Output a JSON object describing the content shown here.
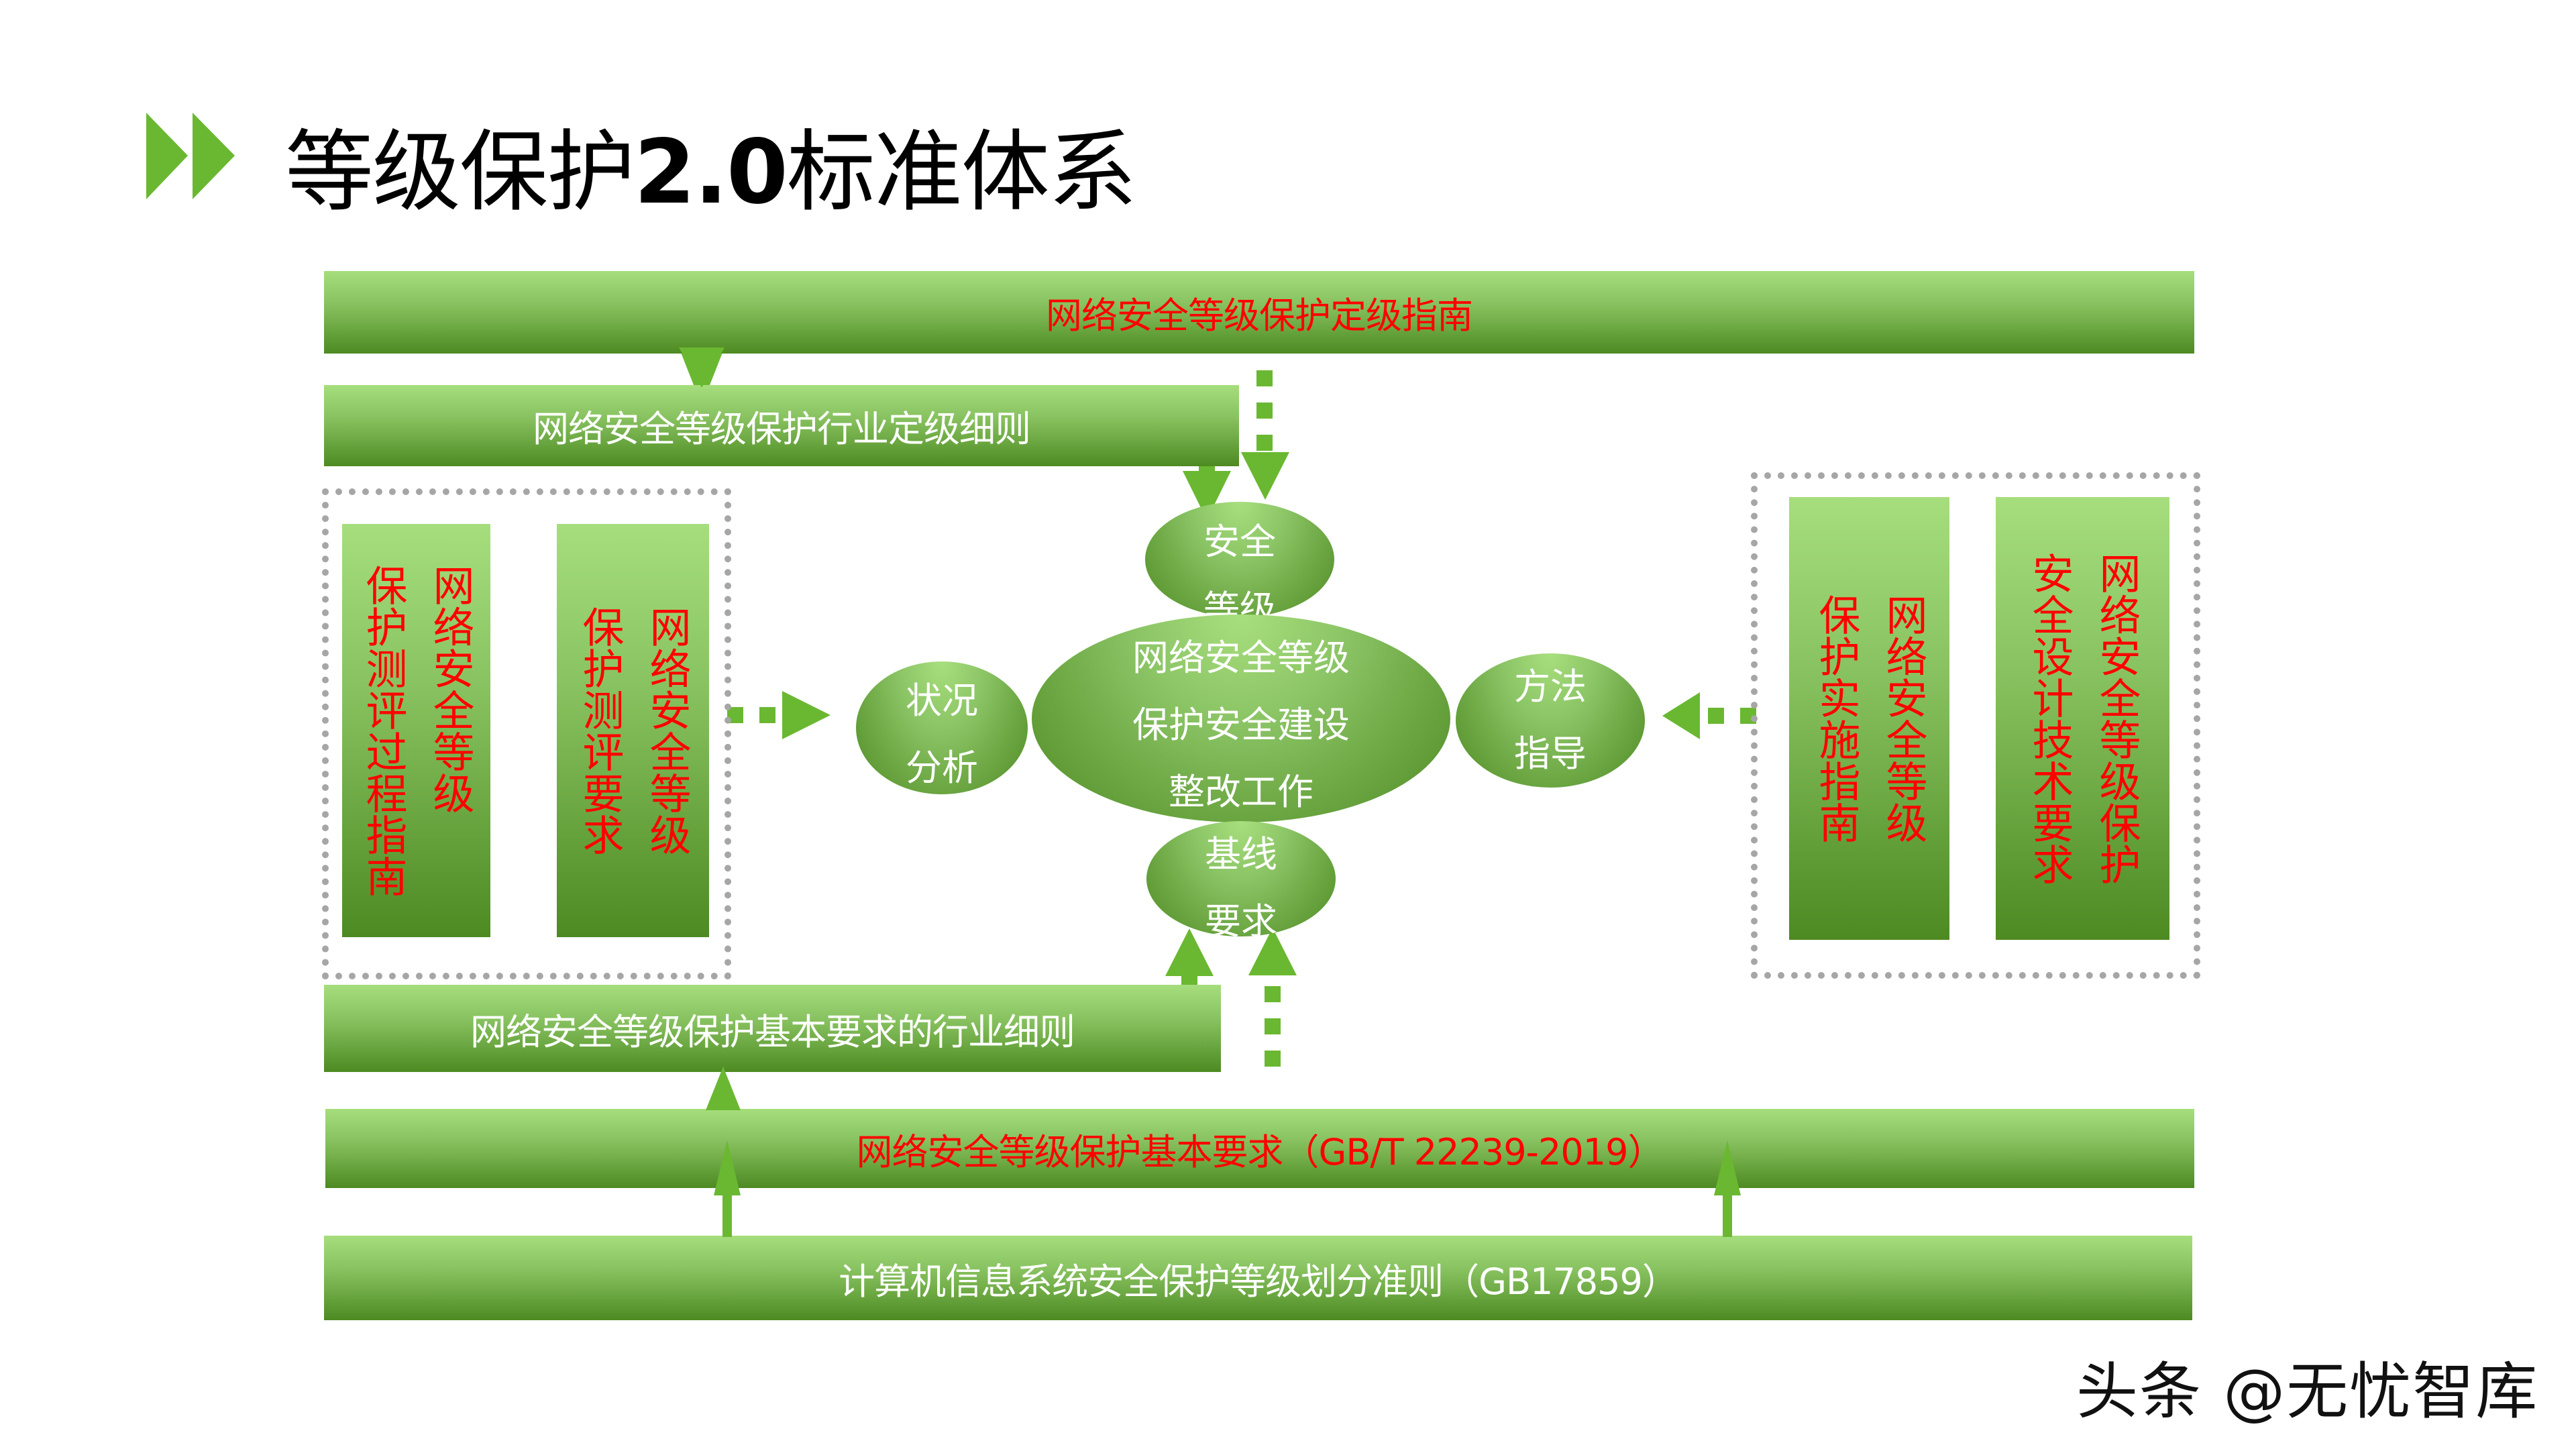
{
  "title": {
    "prefix": "等级保护",
    "version": "2.0",
    "suffix": "标准体系",
    "icon": "double-chevron-right-icon",
    "accent_color": "#6ab831"
  },
  "bars": {
    "grading_guide": "网络安全等级保护定级指南",
    "industry_grading_rules": "网络安全等级保护行业定级细则",
    "baseline_industry_rules": "网络安全等级保护基本要求的行业细则",
    "baseline_requirements": "网络安全等级保护基本要求（GB/T 22239-2019）",
    "classification_criteria": "计算机信息系统安全保护等级划分准则（GB17859）"
  },
  "left_group": {
    "items": [
      {
        "line1": "网络安全等级",
        "line2": "保护测评过程指南"
      },
      {
        "line1": "网络安全等级",
        "line2": "保护测评要求"
      }
    ]
  },
  "right_group": {
    "items": [
      {
        "line1": "网络安全等级",
        "line2": "保护实施指南"
      },
      {
        "line1": "网络安全等级保护",
        "line2": "安全设计技术要求"
      }
    ]
  },
  "center": {
    "main": [
      "网络安全等级",
      "保护安全建设",
      "整改工作"
    ],
    "top": [
      "安全",
      "等级"
    ],
    "bottom": [
      "基线",
      "要求"
    ],
    "left": [
      "状况",
      "分析"
    ],
    "right": [
      "方法",
      "指导"
    ]
  },
  "colors": {
    "bar_top": "#a6de7d",
    "bar_bottom": "#4e8a22",
    "arrow": "#6ab831",
    "highlight_text": "#ff0000",
    "dotted_border": "#a6a6a6"
  },
  "watermark": "头条 @无忧智库"
}
